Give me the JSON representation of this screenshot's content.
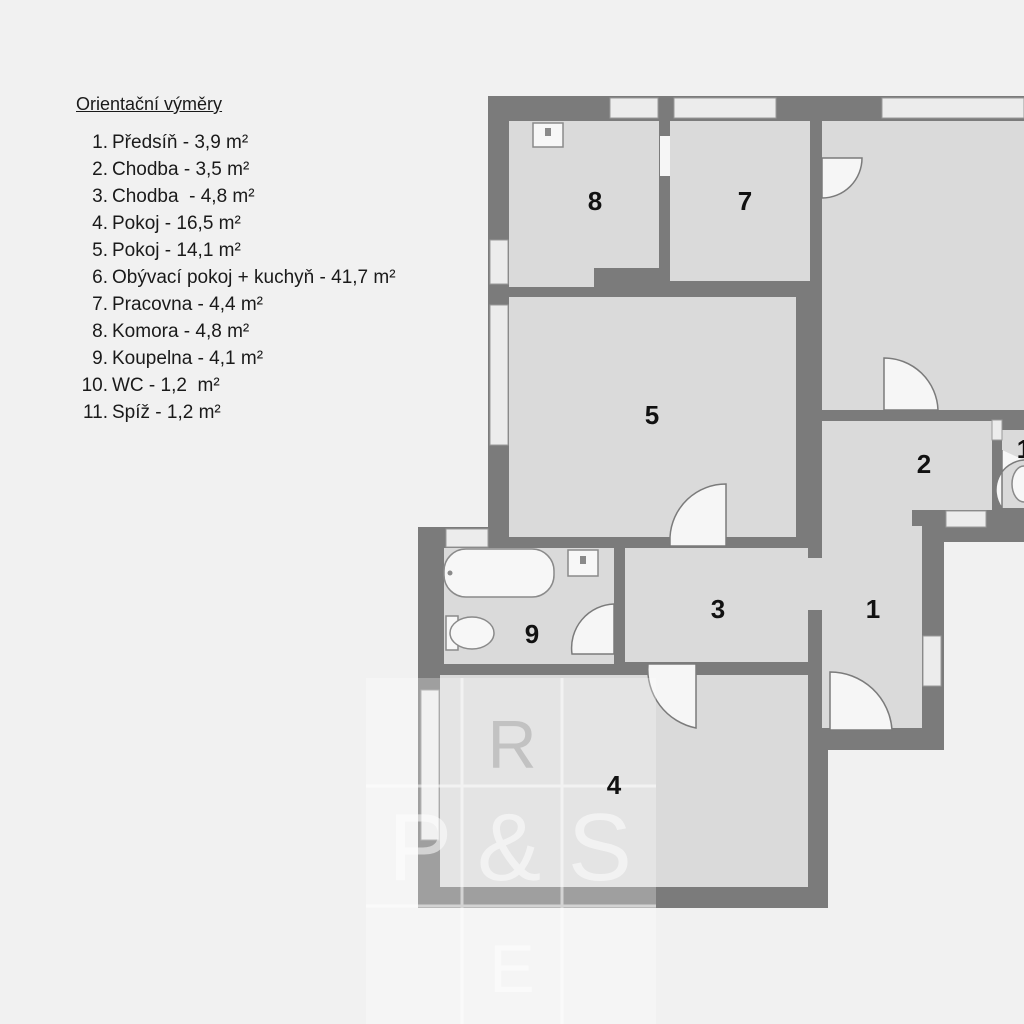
{
  "legend": {
    "title": "Orientační výměry",
    "items": [
      {
        "num": "1.",
        "text": "Předsíň - 3,9 m²"
      },
      {
        "num": "2.",
        "text": "Chodba - 3,5 m²"
      },
      {
        "num": "3.",
        "text": "Chodba  - 4,8 m²"
      },
      {
        "num": "4.",
        "text": "Pokoj - 16,5 m²"
      },
      {
        "num": "5.",
        "text": "Pokoj - 14,1 m²"
      },
      {
        "num": "6.",
        "text": "Obývací pokoj + kuchyň - 41,7 m²"
      },
      {
        "num": "7.",
        "text": "Pracovna - 4,4 m²"
      },
      {
        "num": "8.",
        "text": "Komora - 4,8 m²"
      },
      {
        "num": "9.",
        "text": "Koupelna - 4,1 m²"
      },
      {
        "num": "10.",
        "text": "WC - 1,2  m²"
      },
      {
        "num": "11.",
        "text": "Spíž - 1,2 m²"
      }
    ]
  },
  "rooms": {
    "r1": "1",
    "r2": "2",
    "r3": "3",
    "r4": "4",
    "r5": "5",
    "r7": "7",
    "r8": "8",
    "r9": "9",
    "r10": "1"
  },
  "watermark": {
    "letter_r": "R",
    "letters_ps": "P & S",
    "letter_e": "E"
  },
  "colors": {
    "wall": "#7b7b7b",
    "floor": "#dadada",
    "background": "#f1f1f1",
    "window": "#ececec"
  }
}
